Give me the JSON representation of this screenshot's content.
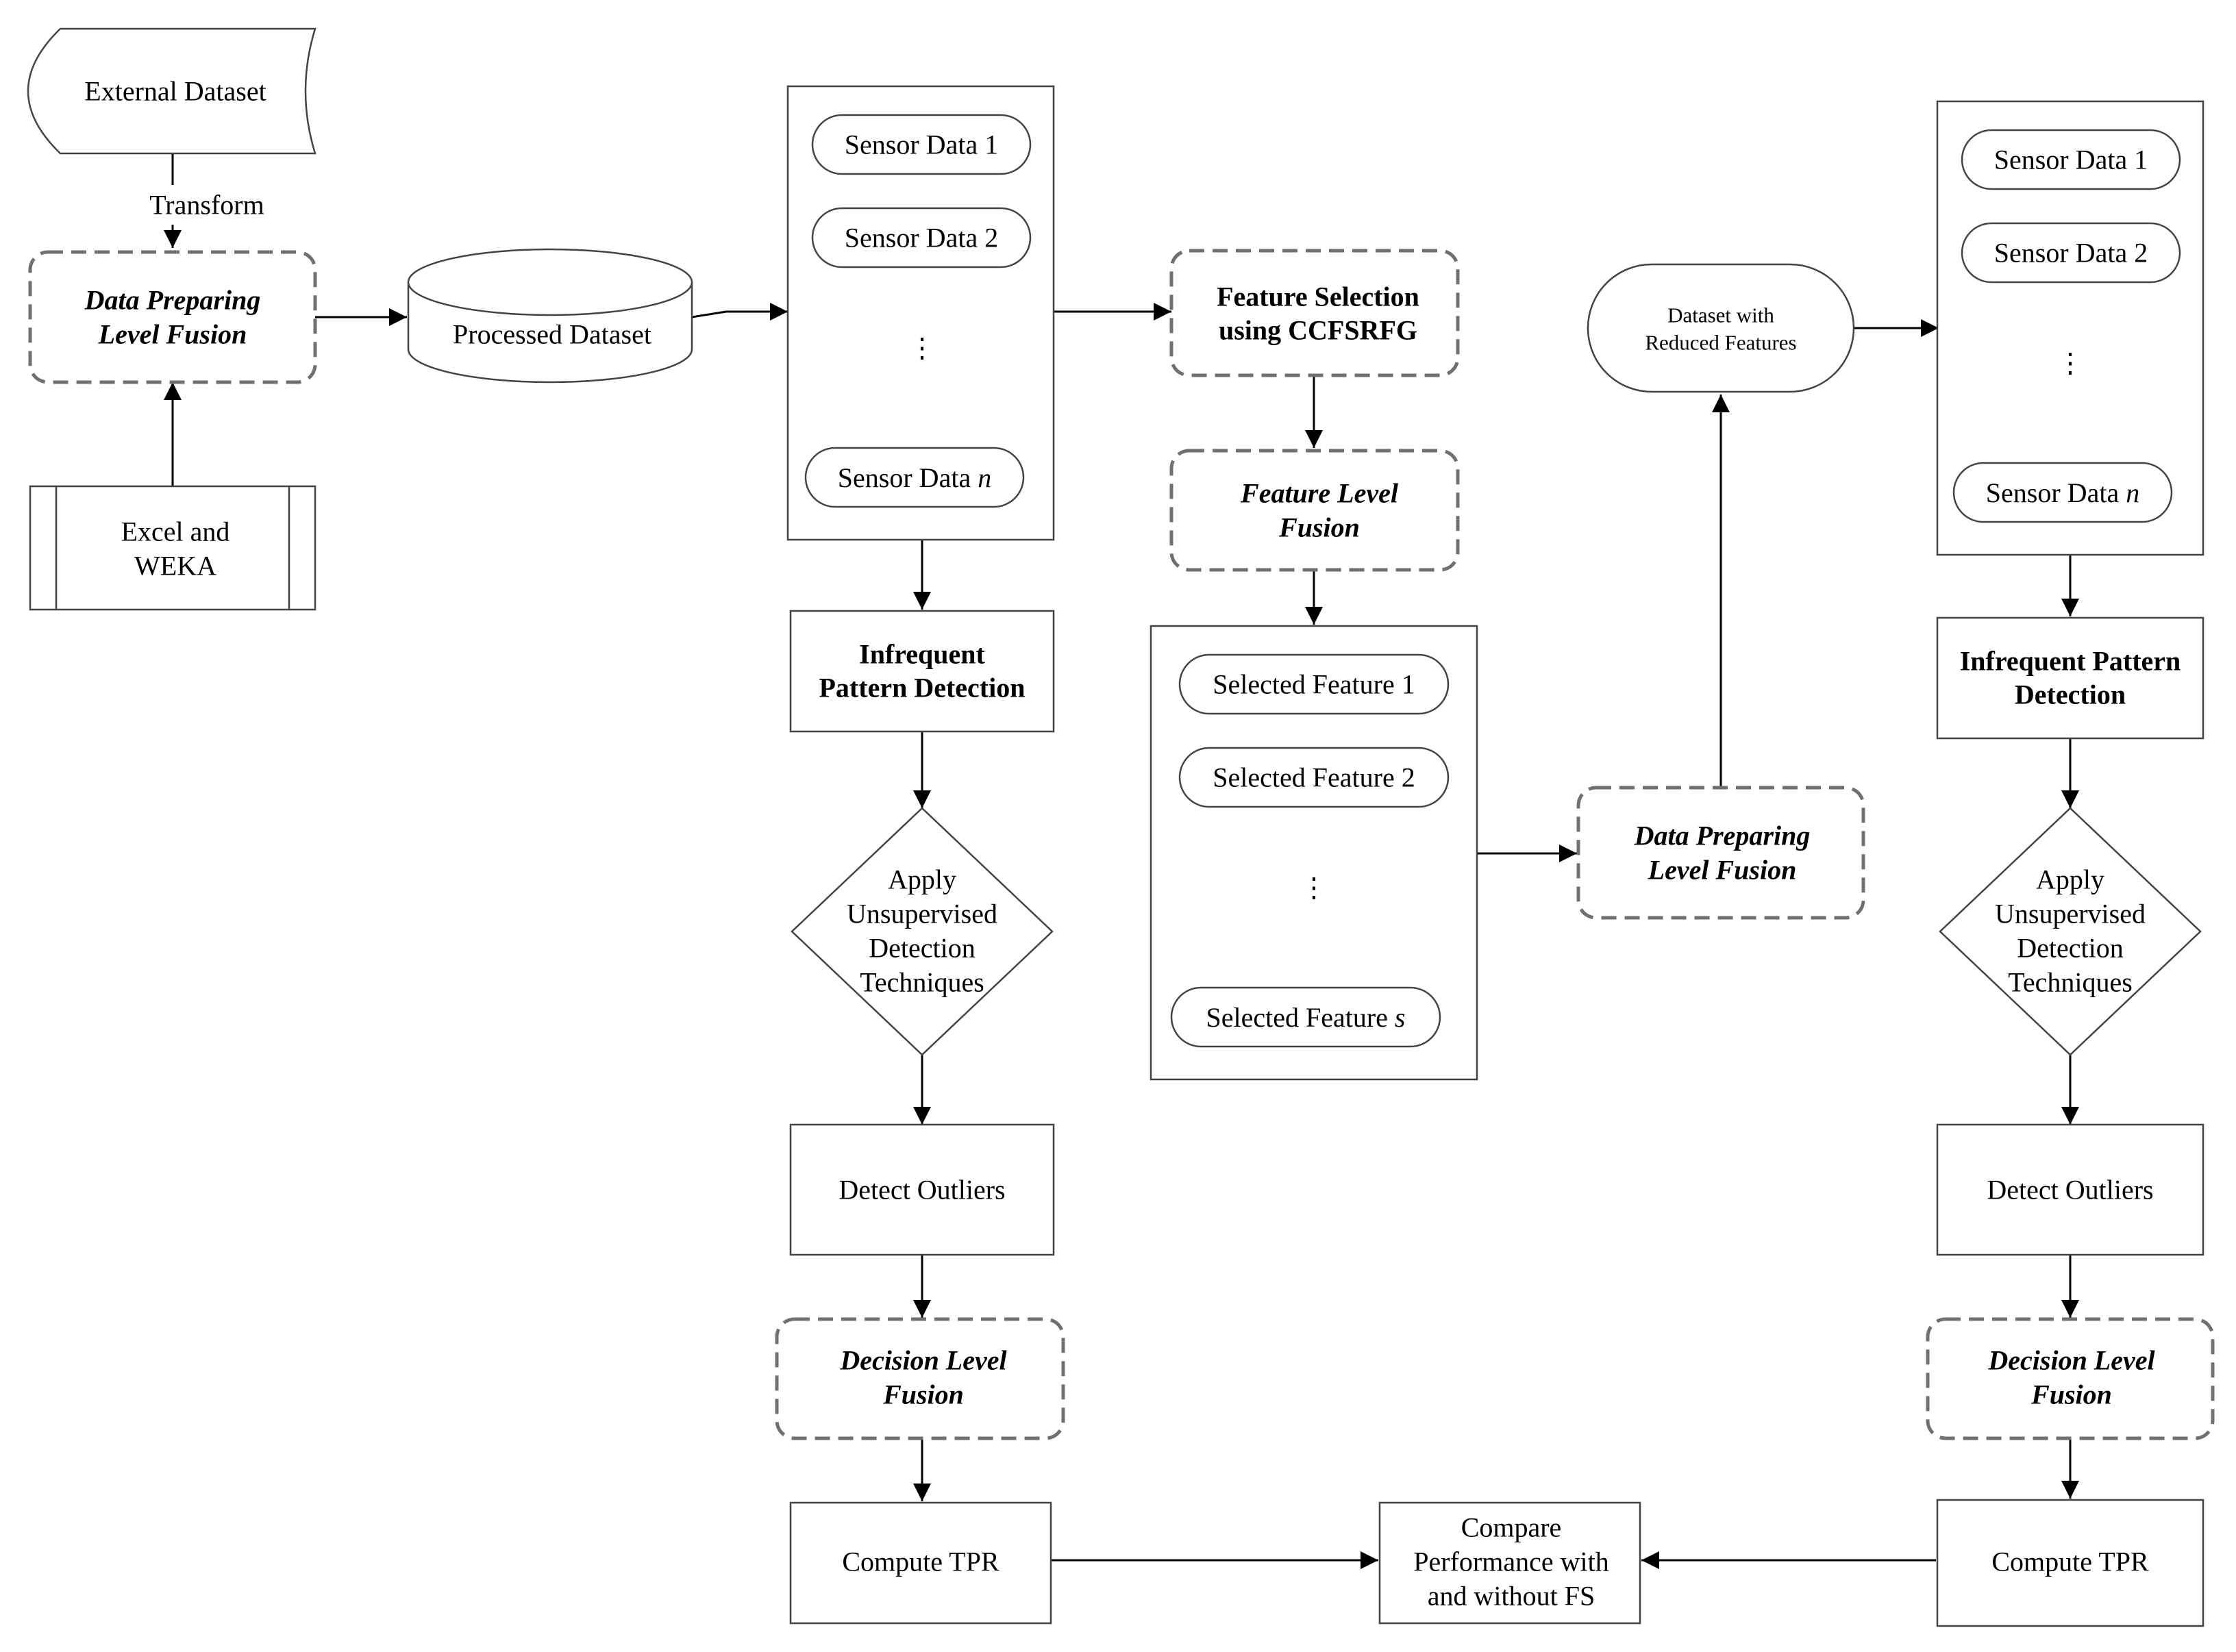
{
  "nodes": {
    "external_dataset": {
      "label": "External Dataset"
    },
    "transform": {
      "label": "Transform"
    },
    "dplf_left": {
      "lines": [
        "Data Preparing",
        "Level Fusion"
      ]
    },
    "excel_weka": {
      "lines": [
        "Excel and",
        "WEKA"
      ]
    },
    "processed_dataset": {
      "label": "Processed Dataset"
    },
    "sensor_list_left": {
      "items": [
        "Sensor Data 1",
        "Sensor Data 2"
      ],
      "ellipsis": "⋮",
      "last_prefix": "Sensor Data ",
      "last_var": "n"
    },
    "feature_selection": {
      "lines": [
        "Feature Selection",
        "using CCFSRFG"
      ]
    },
    "feature_level_fusion": {
      "lines": [
        "Feature Level",
        "Fusion"
      ]
    },
    "selected_features": {
      "items": [
        "Selected Feature 1",
        "Selected Feature 2"
      ],
      "ellipsis": "⋮",
      "last_prefix": "Selected Feature ",
      "last_var": "s"
    },
    "dplf_mid": {
      "lines": [
        "Data Preparing",
        "Level Fusion"
      ]
    },
    "reduced_dataset": {
      "lines": [
        "Dataset with",
        "Reduced Features"
      ]
    },
    "sensor_list_right": {
      "items": [
        "Sensor Data 1",
        "Sensor Data 2"
      ],
      "ellipsis": "⋮",
      "last_prefix": "Sensor Data ",
      "last_var": "n"
    },
    "ipd_left": {
      "lines": [
        "Infrequent",
        "Pattern Detection"
      ]
    },
    "ipd_right": {
      "lines": [
        "Infrequent Pattern",
        "Detection"
      ]
    },
    "apply_left": {
      "lines": [
        "Apply",
        "Unsupervised",
        "Detection",
        "Techniques"
      ]
    },
    "apply_right": {
      "lines": [
        "Apply",
        "Unsupervised",
        "Detection",
        "Techniques"
      ]
    },
    "detect_left": {
      "label": "Detect Outliers"
    },
    "detect_right": {
      "label": "Detect Outliers"
    },
    "dlf_left": {
      "lines": [
        "Decision Level",
        "Fusion"
      ]
    },
    "dlf_right": {
      "lines": [
        "Decision Level",
        "Fusion"
      ]
    },
    "tpr_left": {
      "label": "Compute TPR"
    },
    "tpr_right": {
      "label": "Compute TPR"
    },
    "compare": {
      "lines": [
        "Compare",
        "Performance with",
        "and without FS"
      ]
    }
  },
  "style": {
    "stroke": "#000000",
    "dash_stroke": "#707070",
    "box_stroke": "#444444",
    "background": "#ffffff"
  }
}
